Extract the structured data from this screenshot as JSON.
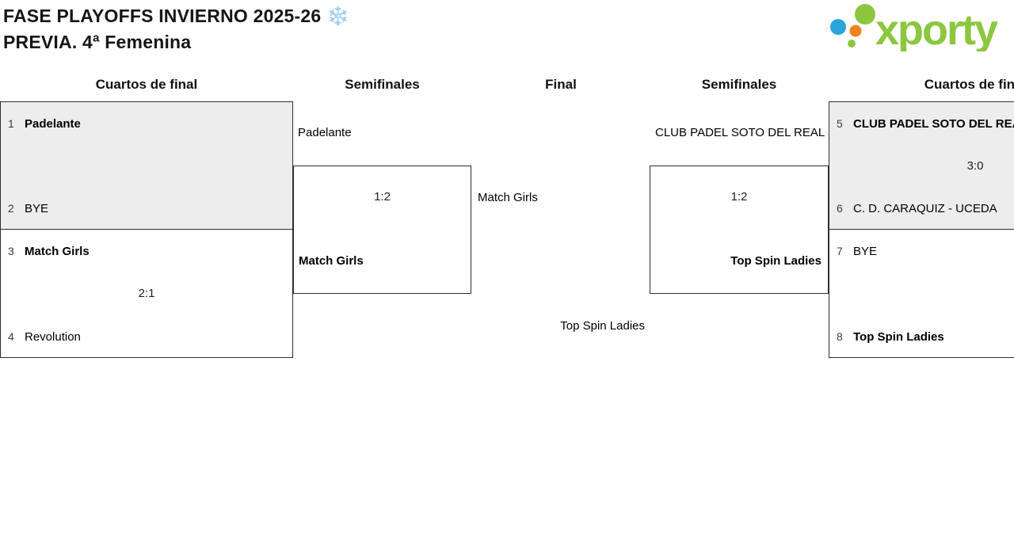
{
  "header": {
    "title_line1": "FASE PLAYOFFS INVIERNO 2025-26 ❄️",
    "title_line2": "PREVIA. 4ª Femenina",
    "logo_text": "xporty"
  },
  "columns": {
    "qf_left": "Cuartos de final",
    "sf_left": "Semifinales",
    "final": "Final",
    "sf_right": "Semifinales",
    "qf_right": "Cuartos de final"
  },
  "matches": {
    "qf1": {
      "seed1": "1",
      "team1": "Padelante",
      "score": "",
      "seed2": "2",
      "team2": "BYE"
    },
    "qf2": {
      "seed1": "3",
      "team1": "Match Girls",
      "score": "2:1",
      "seed2": "4",
      "team2": "Revolution"
    },
    "sf1": {
      "team1": "Padelante",
      "score": "1:2",
      "team2": "Match Girls"
    },
    "final": {
      "team1": "Match Girls",
      "team2": "Top Spin Ladies"
    },
    "sf2": {
      "team1": "CLUB PADEL SOTO DEL REAL",
      "score": "1:2",
      "team2": "Top Spin Ladies"
    },
    "qf3": {
      "seed1": "5",
      "team1": "CLUB PADEL SOTO DEL REAL",
      "score": "3:0",
      "seed2": "6",
      "team2": "C. D. CARAQUIZ - UCEDA"
    },
    "qf4": {
      "seed1": "7",
      "team1": "BYE",
      "score": "",
      "seed2": "8",
      "team2": "Top Spin Ladies"
    }
  },
  "colors": {
    "logo_green": "#8dc63f",
    "logo_blue": "#2aa5dc",
    "logo_orange": "#f0821e",
    "shaded_box": "#ededed",
    "border": "#2e2e2e"
  }
}
